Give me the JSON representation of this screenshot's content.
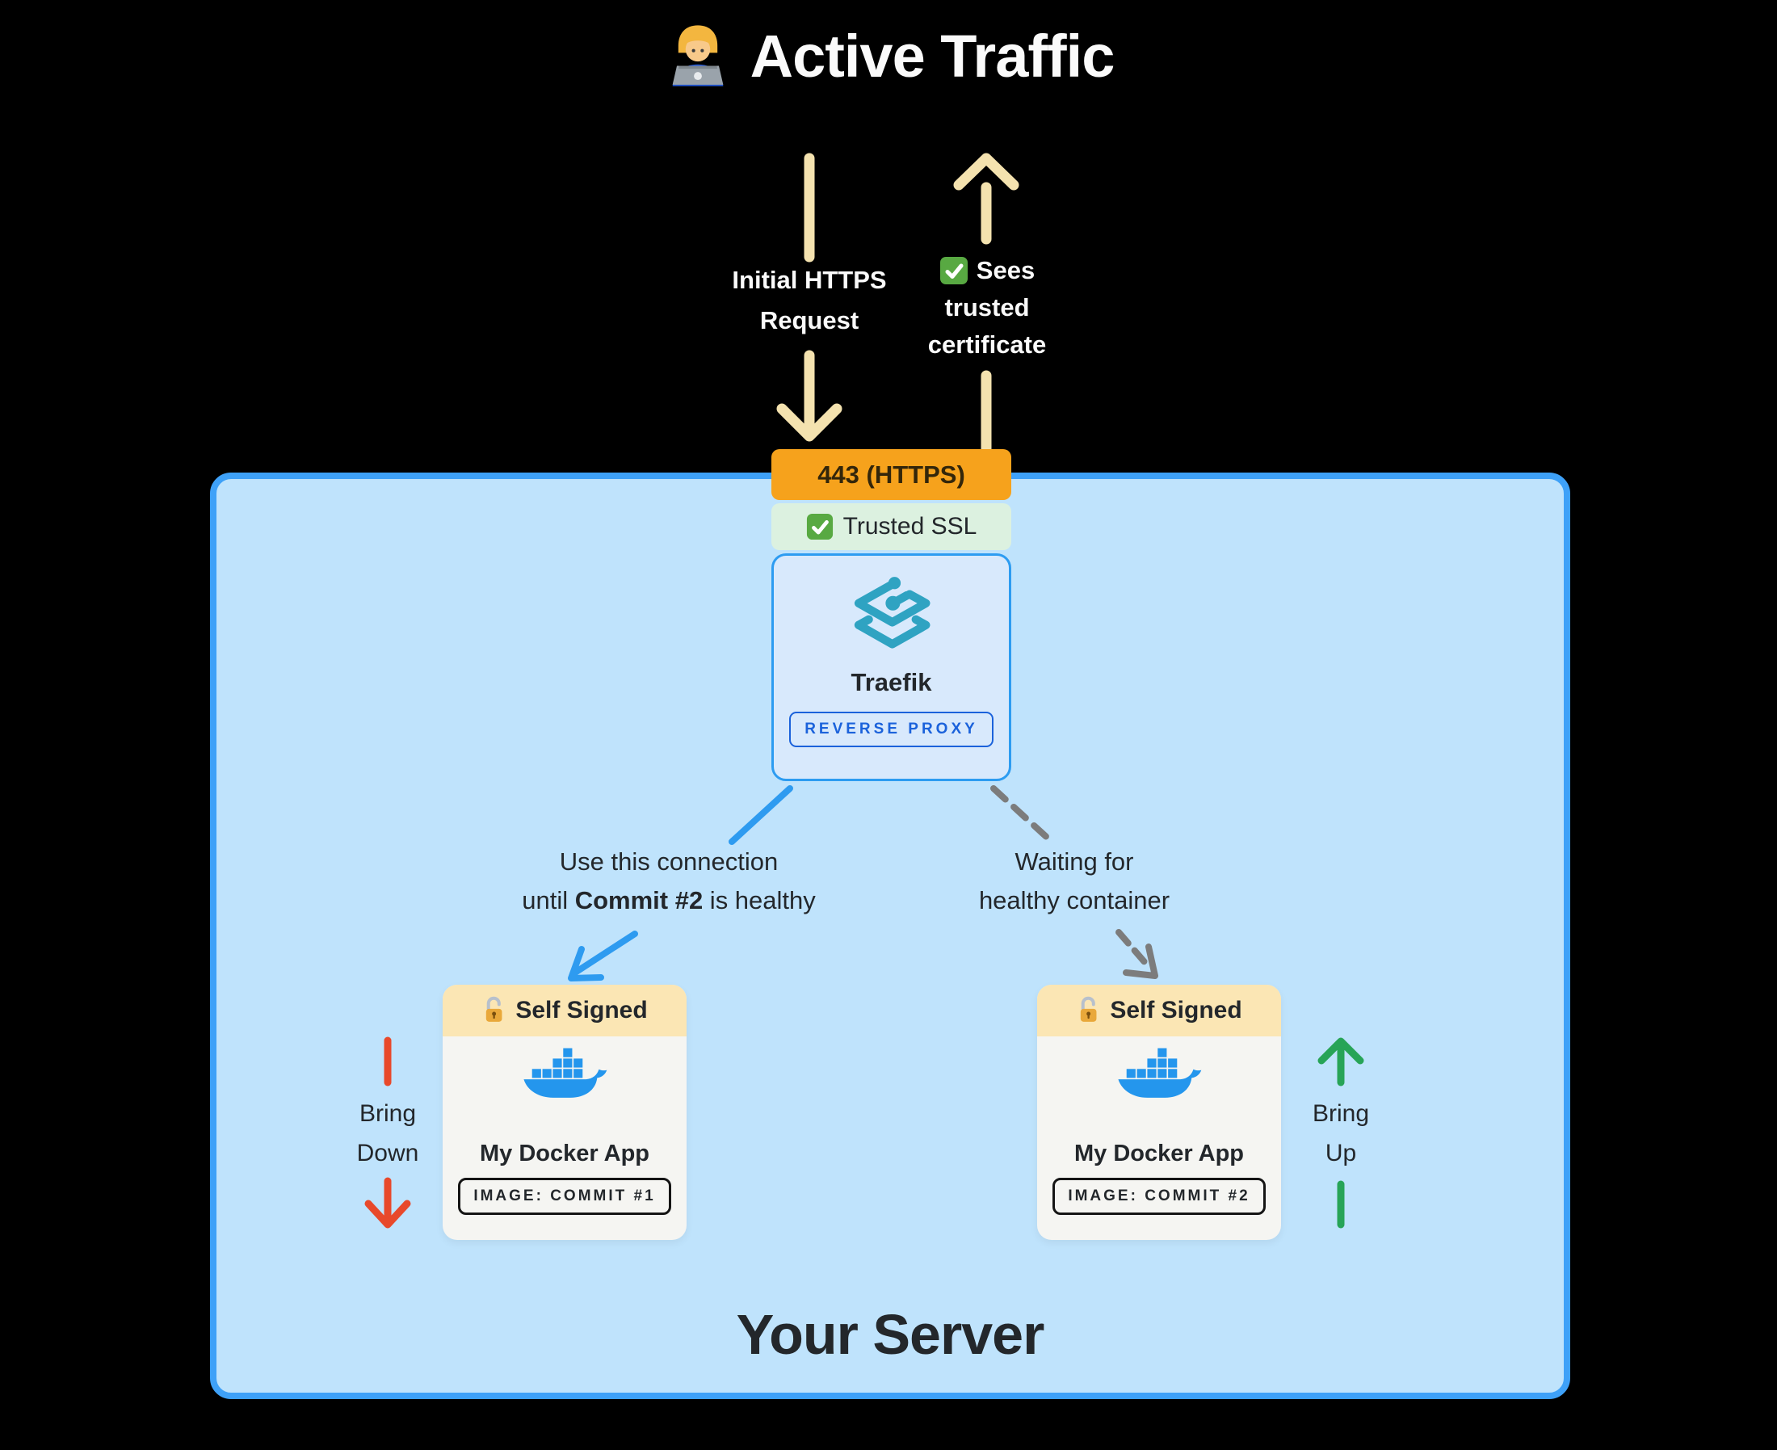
{
  "colors": {
    "page_bg": "#000000",
    "text_white": "#FAFAFA",
    "text_dark": "#23272B",
    "arrow_cream": "#F4E2AF",
    "server_border": "#3EA1F8",
    "server_bg": "#BFE3FC",
    "port_bg": "#F6A21C",
    "ssl_bg": "#DCF1E0",
    "node_bg": "#D8E9FC",
    "node_border": "#2D9CF1",
    "badge_blue": "#1B62DB",
    "card_bg": "#F5F5F2",
    "card_header_bg": "#FBE6B4",
    "docker_blue": "#2496ED",
    "traefik_teal": "#2FA3C2",
    "arrow_blue": "#2E9BF0",
    "arrow_gray": "#7C7C7C",
    "arrow_red": "#E8492B",
    "arrow_green": "#27A457",
    "check_green": "#58A942",
    "lock_gold": "#E9A83A"
  },
  "title": {
    "icon": "man-technologist-icon",
    "text": "Active Traffic"
  },
  "top_arrows": {
    "request_label": {
      "line1": "Initial HTTPS",
      "line2": "Request"
    },
    "response_label": {
      "icon": "check-mark-icon",
      "line1": "Sees",
      "line2": "trusted",
      "line3": "certificate"
    }
  },
  "entrypoint": {
    "port_label": "443 (HTTPS)",
    "ssl_icon": "check-mark-icon",
    "ssl_label": "Trusted SSL"
  },
  "proxy": {
    "icon": "traefik-logo-icon",
    "name": "Traefik",
    "role_badge": "REVERSE PROXY"
  },
  "connections": {
    "active": {
      "line1": "Use this connection",
      "line2_prefix": "until ",
      "line2_bold": "Commit #2",
      "line2_suffix": " is healthy"
    },
    "pending": {
      "line1": "Waiting for",
      "line2": "healthy container"
    }
  },
  "containers": {
    "old": {
      "header_icon": "unlocked-padlock-icon",
      "header": "Self Signed",
      "icon": "docker-whale-icon",
      "name": "My Docker App",
      "image_badge": "IMAGE: COMMIT #1"
    },
    "new": {
      "header_icon": "unlocked-padlock-icon",
      "header": "Self Signed",
      "icon": "docker-whale-icon",
      "name": "My Docker App",
      "image_badge": "IMAGE: COMMIT #2"
    }
  },
  "lifecycle": {
    "down": {
      "line1": "Bring",
      "line2": "Down"
    },
    "up": {
      "line1": "Bring",
      "line2": "Up"
    }
  },
  "server": {
    "title": "Your Server"
  }
}
